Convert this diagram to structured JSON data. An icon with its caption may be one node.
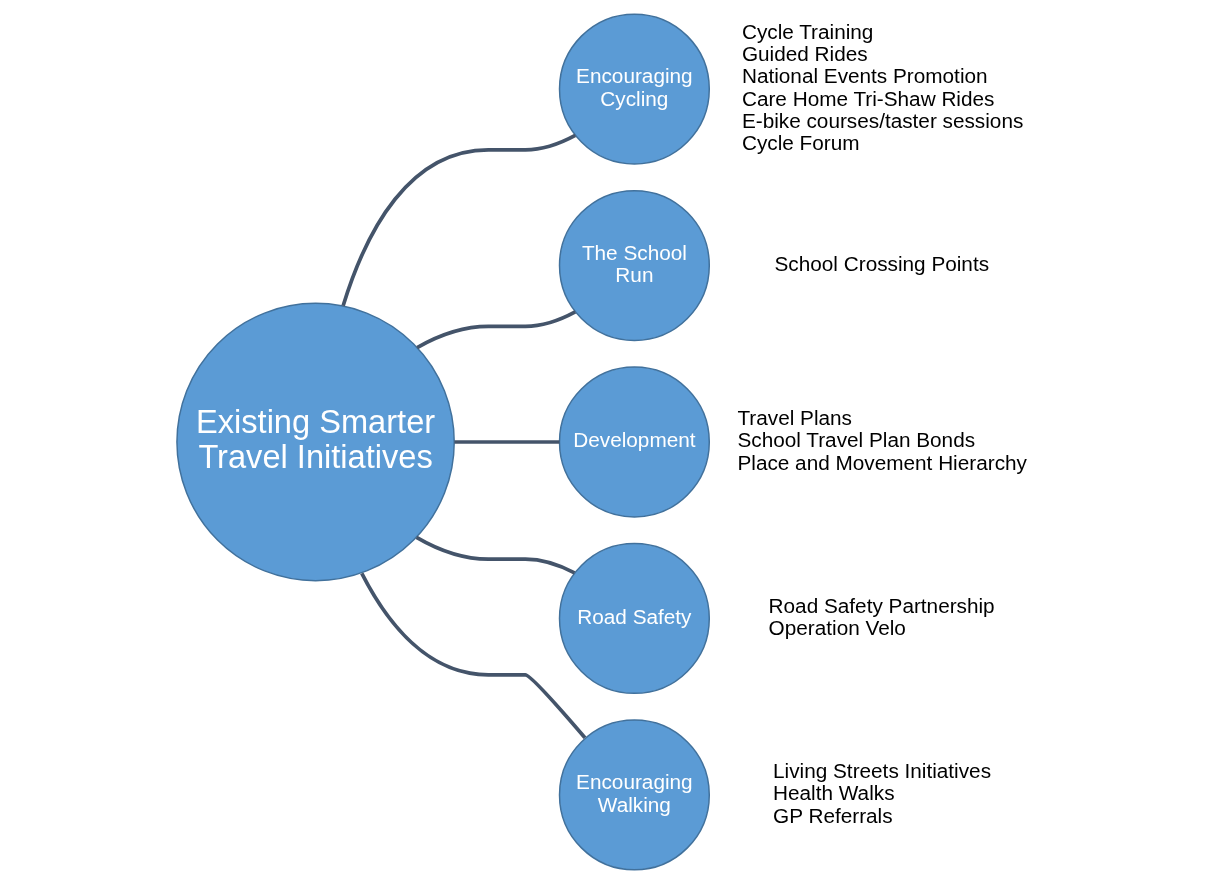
{
  "diagram": {
    "nodes": [
      {
        "text": [
          "Existing Smarter Travel Initiatives"
        ]
      },
      {
        "text": [
          "Encouraging Cycling"
        ],
        "beside": [
          "Cycle Training",
          "Guided Rides",
          "National Events Promotion",
          "Care Home Tri-Shaw Rides",
          "E-bike courses/taster sessions",
          "Cycle Forum"
        ]
      },
      {
        "text": [
          "The School Run"
        ],
        "beside": [
          "School Crossing Points"
        ]
      },
      {
        "text": [
          "Development"
        ],
        "beside": [
          "Travel Plans",
          "School Travel Plan Bonds",
          "Place and Movement Hierarchy"
        ]
      },
      {
        "text": [
          "Road Safety"
        ],
        "beside": [
          "Road Safety Partnership",
          "Operation Velo"
        ]
      },
      {
        "text": [
          "Encouraging Walking"
        ],
        "beside": [
          "Living Streets Initiatives",
          "Health Walks",
          "GP Referrals"
        ]
      }
    ],
    "edges": [
      {
        "from": 0,
        "to": 1,
        "arrow": "none"
      },
      {
        "from": 0,
        "to": 2,
        "arrow": "none"
      },
      {
        "from": 0,
        "to": 3,
        "arrow": "none"
      },
      {
        "from": 0,
        "to": 4,
        "arrow": "none"
      },
      {
        "from": 0,
        "to": 5,
        "arrow": "none"
      }
    ]
  }
}
